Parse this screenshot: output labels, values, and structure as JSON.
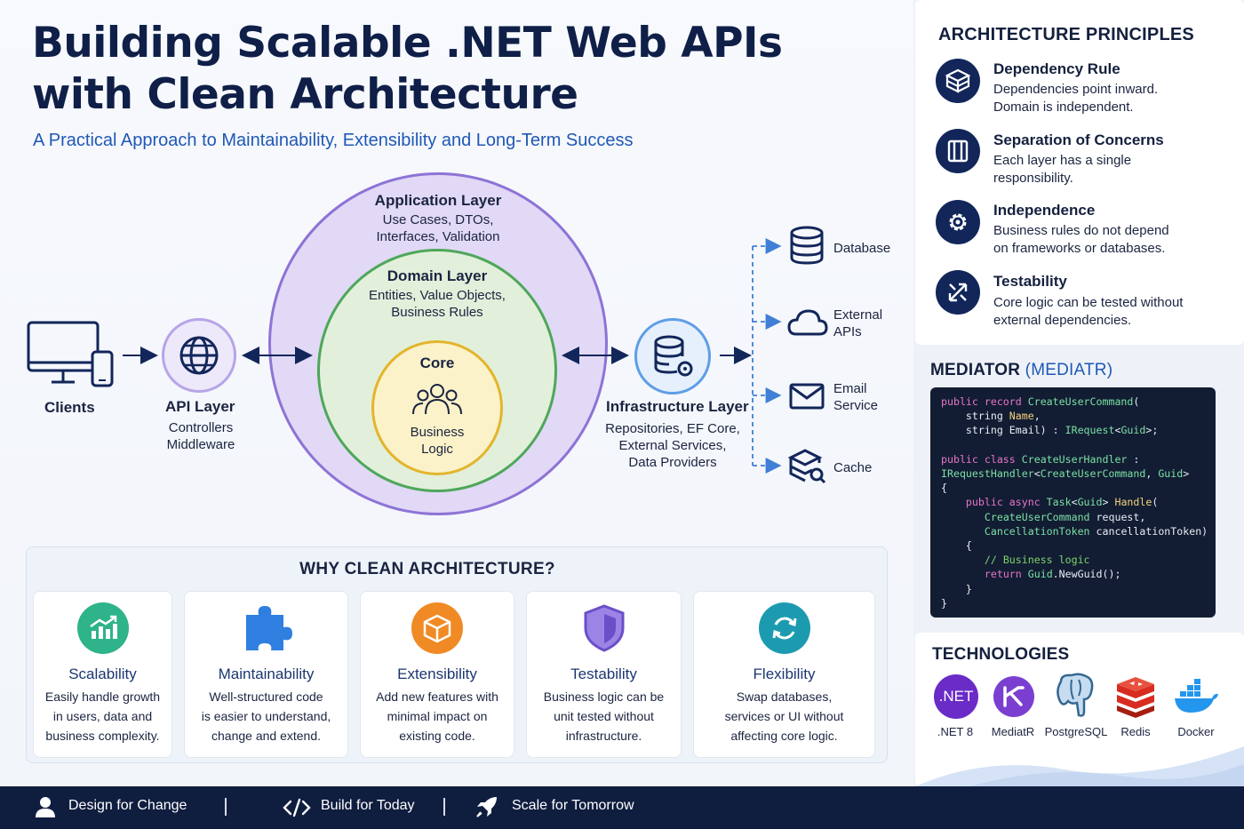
{
  "header": {
    "title_line1": "Building Scalable .NET Web APIs",
    "title_line2": "with Clean Architecture",
    "subtitle": "A Practical Approach to Maintainability, Extensibility and Long-Term Success"
  },
  "diagram": {
    "clients": {
      "label": "Clients"
    },
    "api_layer": {
      "title": "API Layer",
      "desc1": "Controllers",
      "desc2": "Middleware"
    },
    "application_layer": {
      "title": "Application Layer",
      "desc1": "Use Cases, DTOs,",
      "desc2": "Interfaces, Validation"
    },
    "domain_layer": {
      "title": "Domain Layer",
      "desc1": "Entities, Value Objects,",
      "desc2": "Business Rules"
    },
    "core": {
      "title": "Core",
      "desc1": "Business",
      "desc2": "Logic"
    },
    "infrastructure_layer": {
      "title": "Infrastructure Layer",
      "desc1": "Repositories, EF Core,",
      "desc2": "External Services,",
      "desc3": "Data Providers"
    },
    "targets": [
      {
        "label1": "Database",
        "label2": "",
        "icon": "database-icon"
      },
      {
        "label1": "External",
        "label2": "APIs",
        "icon": "cloud-icon"
      },
      {
        "label1": "Email",
        "label2": "Service",
        "icon": "envelope-icon"
      },
      {
        "label1": "Cache",
        "label2": "",
        "icon": "cache-icon"
      }
    ]
  },
  "why": {
    "title": "WHY CLEAN ARCHITECTURE?",
    "cards": [
      {
        "title": "Scalability",
        "desc": [
          "Easily handle growth",
          "in users, data and",
          "business complexity."
        ],
        "color": "#2fb38a",
        "icon": "growth-chart-icon"
      },
      {
        "title": "Maintainability",
        "desc": [
          "Well-structured code",
          "is easier to understand,",
          "change and extend."
        ],
        "color": "#2f7fe0",
        "icon": "puzzle-icon"
      },
      {
        "title": "Extensibility",
        "desc": [
          "Add new features with",
          "minimal impact on",
          "existing code."
        ],
        "color": "#f08a24",
        "icon": "box-icon"
      },
      {
        "title": "Testability",
        "desc": [
          "Business logic can be",
          "unit tested without",
          "infrastructure."
        ],
        "color": "#7b5cd6",
        "icon": "shield-icon"
      },
      {
        "title": "Flexibility",
        "desc": [
          "Swap databases,",
          "services or UI without",
          "affecting core logic."
        ],
        "color": "#1c9bb0",
        "icon": "refresh-icon"
      }
    ]
  },
  "principles": {
    "heading": "ARCHITECTURE PRINCIPLES",
    "items": [
      {
        "title": "Dependency Rule",
        "desc1": "Dependencies point inward.",
        "desc2": "Domain is independent.",
        "icon": "layers-cube-icon"
      },
      {
        "title": "Separation of Concerns",
        "desc1": "Each layer has a single",
        "desc2": "responsibility.",
        "icon": "columns-icon"
      },
      {
        "title": "Independence",
        "desc1": "Business rules do not depend",
        "desc2": "on frameworks or databases.",
        "icon": "gear-icon"
      },
      {
        "title": "Testability",
        "desc1": "Core logic can be tested without",
        "desc2": "external dependencies.",
        "icon": "arrows-icon"
      }
    ]
  },
  "mediator": {
    "heading_bold": "MEDIATOR",
    "heading_light": "(MEDIATR)"
  },
  "technologies": {
    "heading": "TECHNOLOGIES",
    "items": [
      {
        "label": ".NET 8",
        "badge": ".NET",
        "color": "#6a2bc7"
      },
      {
        "label": "MediatR",
        "color": "#7a3fd1"
      },
      {
        "label": "PostgreSQL",
        "color": "#336791"
      },
      {
        "label": "Redis",
        "color": "#d82c20"
      },
      {
        "label": "Docker",
        "color": "#2496ed"
      }
    ]
  },
  "footer": {
    "items": [
      {
        "label": "Design for Change",
        "icon": "person-icon"
      },
      {
        "label": "Build for Today",
        "icon": "code-icon"
      },
      {
        "label": "Scale for Tomorrow",
        "icon": "rocket-icon"
      }
    ]
  }
}
